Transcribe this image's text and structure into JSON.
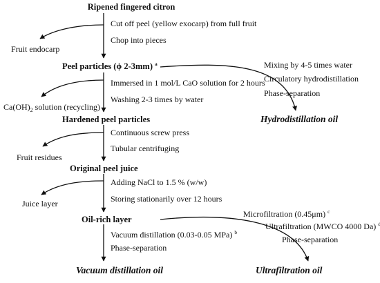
{
  "nodes": {
    "ripened_citron": "Ripened fingered citron",
    "peel_particles": "Peel particles (ϕ 2-3mm)",
    "peel_particles_note": "a",
    "hardened_peel": "Hardened peel particles",
    "original_juice": "Original peel juice",
    "oil_rich_layer": "Oil-rich layer"
  },
  "steps": {
    "cut_peel": "Cut off peel (yellow exocarp) from full fruit",
    "chop": "Chop into pieces",
    "immersed": "Immersed in 1 mol/L CaO solution for 2 hours",
    "washing": "Washing 2-3 times by water",
    "screw_press": "Continuous screw press",
    "centrifuging": "Tubular centrifuging",
    "adding_nacl": "Adding NaCl to 1.5 % (w/w)",
    "storing": "Storing stationarily over 12 hours",
    "vacuum_distillation": "Vacuum distillation (0.03-0.05 MPa)",
    "vacuum_distillation_note": "b",
    "phase_separation": "Phase-separation"
  },
  "side_outputs": {
    "fruit_endocarp": "Fruit endocarp",
    "caoh2_prefix": "Ca(OH)",
    "caoh2_sub": "2",
    "caoh2_suffix": " solution (recycling)",
    "fruit_residues": "Fruit residues",
    "juice_layer": "Juice layer"
  },
  "hydro_branch": {
    "mixing": "Mixing by 4-5 times water",
    "circulatory": "Circulatory hydrodistillation",
    "phase_separation": "Phase-separation"
  },
  "uf_branch": {
    "microfiltration": "Microfiltration (0.45μm)",
    "microfiltration_note": "c",
    "ultrafiltration": "Ultrafiltration (MWCO 4000 Da)",
    "ultrafiltration_note": "d",
    "phase_separation": "Phase-separation"
  },
  "products": {
    "hydrodistillation_oil": "Hydrodistillation oil",
    "vacuum_distillation_oil": "Vacuum distillation oil",
    "ultrafiltration_oil": "Ultrafiltration oil"
  }
}
